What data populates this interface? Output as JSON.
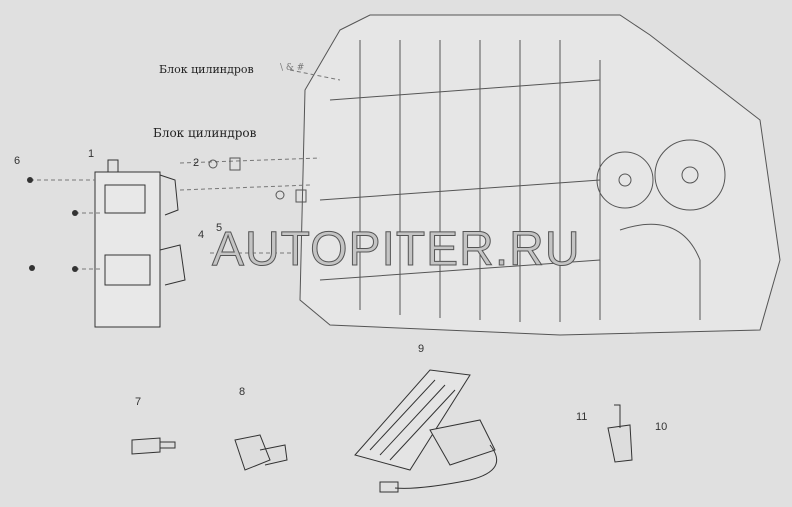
{
  "captions": {
    "block_top": "Блок цилиндров",
    "block_small_ref": "\\ & #",
    "block_left": "Блок цилиндров"
  },
  "watermark": "AUTOPITER.RU",
  "callouts": [
    "1",
    "2",
    "4",
    "5",
    "6",
    "7",
    "8",
    "9",
    "10",
    "11"
  ]
}
